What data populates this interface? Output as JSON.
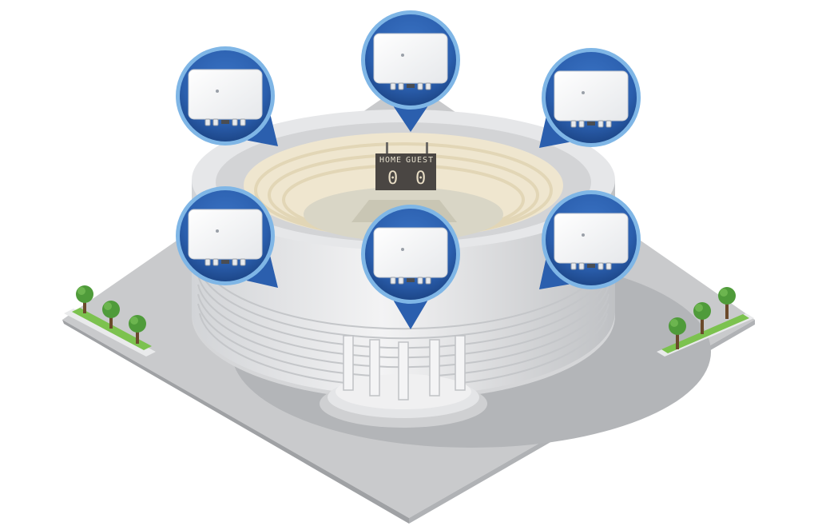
{
  "scoreboard": {
    "home_label": "HOME",
    "guest_label": "GUEST",
    "home_score": "0",
    "guest_score": "0"
  },
  "colors": {
    "ground": "#c9cacc",
    "ground_edge": "#9fa1a4",
    "stadium_wall": "#e2e3e5",
    "stadium_shadow": "#b7b9bc",
    "seating": "#efe6cf",
    "field": "#d9d6c6",
    "pin_blue": "#2b5fae",
    "pin_light": "#7fb6e6",
    "tree_green": "#4f9b3a",
    "grass": "#7cc24f",
    "scoreboard_bg": "#4a4643",
    "led": "#e7dcc4"
  },
  "access_points": [
    {
      "icon": "wifi-access-point"
    },
    {
      "icon": "wifi-access-point"
    },
    {
      "icon": "wifi-access-point"
    },
    {
      "icon": "wifi-access-point"
    },
    {
      "icon": "wifi-access-point"
    },
    {
      "icon": "wifi-access-point"
    }
  ]
}
